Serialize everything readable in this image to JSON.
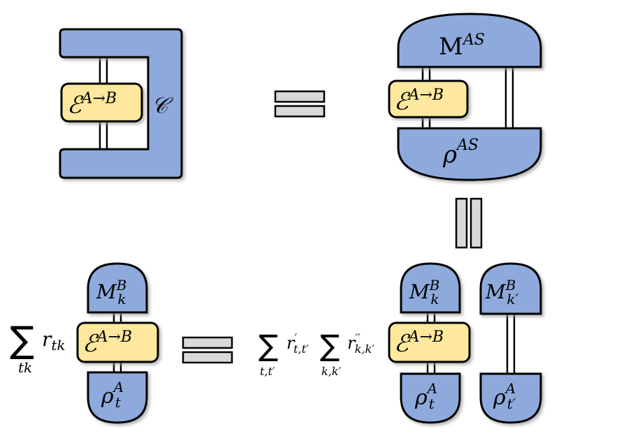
{
  "colors": {
    "blue": "#8eaadc",
    "yellow": "#fde89d",
    "gray": "#d9d9d9",
    "stroke": "#000000",
    "shadow": "#bdbdbd"
  },
  "labels": {
    "channel": {
      "base": "ℰ",
      "sup": "A→B"
    },
    "comb": "𝒞",
    "measure_AS": {
      "base": "M",
      "sup": "AS"
    },
    "state_AS": {
      "base": "ρ",
      "sup": "AS"
    },
    "mk": {
      "base": "M",
      "sup": "B",
      "sub": "k"
    },
    "mkp": {
      "base": "M",
      "sup": "B",
      "sub": "k′"
    },
    "rhot": {
      "base": "ρ",
      "sup": "A",
      "sub": "t"
    },
    "rhotp": {
      "base": "ρ",
      "sup": "A",
      "sub": "t′"
    },
    "sum_symbol": "∑",
    "sum1": {
      "index": "tk",
      "coef": "r",
      "coef_sub": "tk"
    },
    "sum2a": {
      "index": "t,t′",
      "coef": "r",
      "coef_sup": "′",
      "coef_sub": "t,t′"
    },
    "sum2b": {
      "index": "k,k′",
      "coef": "r",
      "coef_sup": "′′",
      "coef_sub": "k,k′"
    }
  }
}
